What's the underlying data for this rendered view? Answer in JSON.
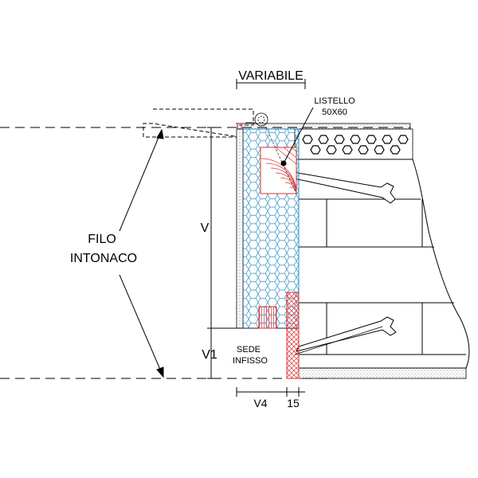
{
  "labels": {
    "variabile": "VARIABILE",
    "listello_line1": "LISTELLO",
    "listello_line2": "50X60",
    "filo_line1": "FILO",
    "filo_line2": "INTONACO",
    "dim_v": "V",
    "dim_v1": "V1",
    "sede_line1": "SEDE",
    "sede_line2": "INFISSO",
    "dim_v4": "V4",
    "dim_15": "15"
  },
  "colors": {
    "ink": "#000000",
    "timber_red": "#e03030",
    "insulation_blue": "#2a8fc0",
    "gravel_fill": "#d8d8d8"
  }
}
